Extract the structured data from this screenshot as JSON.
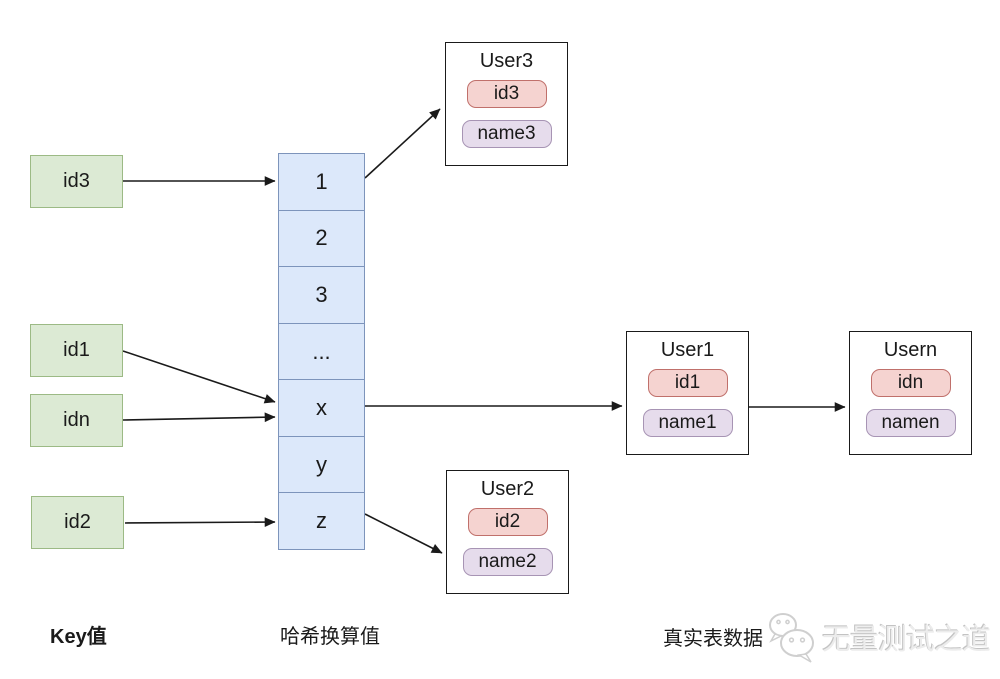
{
  "keys": {
    "caption": "Key值",
    "items": [
      {
        "label": "id3"
      },
      {
        "label": "id1"
      },
      {
        "label": "idn"
      },
      {
        "label": "id2"
      }
    ]
  },
  "hash": {
    "caption": "哈希换算值",
    "cells": [
      "1",
      "2",
      "3",
      "...",
      "x",
      "y",
      "z"
    ]
  },
  "tables": {
    "caption": "真实表数据",
    "items": [
      {
        "title": "User3",
        "id_field": "id3",
        "name_field": "name3"
      },
      {
        "title": "User1",
        "id_field": "id1",
        "name_field": "name1"
      },
      {
        "title": "Usern",
        "id_field": "idn",
        "name_field": "namen"
      },
      {
        "title": "User2",
        "id_field": "id2",
        "name_field": "name2"
      }
    ]
  },
  "watermark": {
    "text": "无量测试之道",
    "icon": "wechat-logo-icon"
  },
  "colors": {
    "key_fill": "#dcead4",
    "key_border": "#9cba85",
    "hash_fill": "#dce8fa",
    "hash_border": "#7d94bb",
    "id_pill_fill": "#f5d3d0",
    "id_pill_border": "#c0706b",
    "name_pill_fill": "#e6dcec",
    "name_pill_border": "#a794b4",
    "table_border": "#1a1a1a",
    "arrow": "#1a1a1a",
    "watermark_text": "#ececec"
  }
}
